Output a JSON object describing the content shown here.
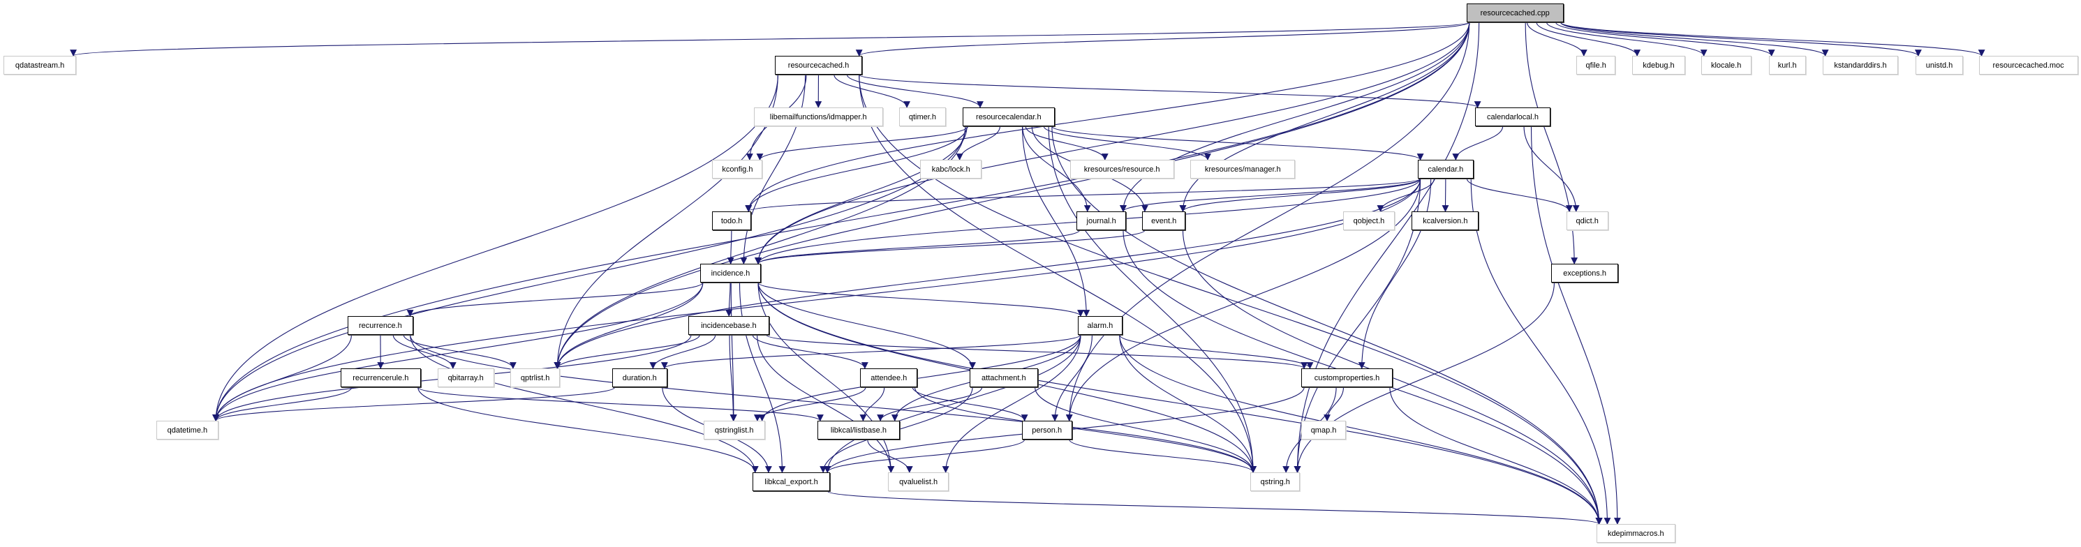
{
  "diagram": {
    "title": "resourcecached.cpp include dependency graph",
    "edge_color": "#191970",
    "root_fill": "#bfbfbf",
    "nodes": [
      {
        "id": "resourcecached_cpp",
        "label": "resourcecached.cpp",
        "kind": "root"
      },
      {
        "id": "qdatastream",
        "label": "qdatastream.h",
        "kind": "external"
      },
      {
        "id": "resourcecached_h",
        "label": "resourcecached.h",
        "kind": "internal"
      },
      {
        "id": "qfile",
        "label": "qfile.h",
        "kind": "external"
      },
      {
        "id": "kdebug",
        "label": "kdebug.h",
        "kind": "external"
      },
      {
        "id": "klocale",
        "label": "klocale.h",
        "kind": "external"
      },
      {
        "id": "kurl",
        "label": "kurl.h",
        "kind": "external"
      },
      {
        "id": "kstandarddirs",
        "label": "kstandarddirs.h",
        "kind": "external"
      },
      {
        "id": "unistd",
        "label": "unistd.h",
        "kind": "external"
      },
      {
        "id": "resourcecached_moc",
        "label": "resourcecached.moc",
        "kind": "external"
      },
      {
        "id": "idmapper",
        "label": "libemailfunctions/idmapper.h",
        "kind": "external"
      },
      {
        "id": "qtimer",
        "label": "qtimer.h",
        "kind": "external"
      },
      {
        "id": "resourcecalendar",
        "label": "resourcecalendar.h",
        "kind": "internal"
      },
      {
        "id": "calendarlocal",
        "label": "calendarlocal.h",
        "kind": "internal"
      },
      {
        "id": "kconfig",
        "label": "kconfig.h",
        "kind": "external"
      },
      {
        "id": "kabclock",
        "label": "kabc/lock.h",
        "kind": "external"
      },
      {
        "id": "kresresource",
        "label": "kresources/resource.h",
        "kind": "external"
      },
      {
        "id": "kresmanager",
        "label": "kresources/manager.h",
        "kind": "external"
      },
      {
        "id": "calendar",
        "label": "calendar.h",
        "kind": "internal"
      },
      {
        "id": "todo",
        "label": "todo.h",
        "kind": "internal"
      },
      {
        "id": "journal",
        "label": "journal.h",
        "kind": "internal"
      },
      {
        "id": "event",
        "label": "event.h",
        "kind": "internal"
      },
      {
        "id": "qobject",
        "label": "qobject.h",
        "kind": "external"
      },
      {
        "id": "kcalversion",
        "label": "kcalversion.h",
        "kind": "internal"
      },
      {
        "id": "qdict",
        "label": "qdict.h",
        "kind": "external"
      },
      {
        "id": "incidence",
        "label": "incidence.h",
        "kind": "internal"
      },
      {
        "id": "exceptions",
        "label": "exceptions.h",
        "kind": "internal"
      },
      {
        "id": "recurrence",
        "label": "recurrence.h",
        "kind": "internal"
      },
      {
        "id": "incidencebase",
        "label": "incidencebase.h",
        "kind": "internal"
      },
      {
        "id": "alarm",
        "label": "alarm.h",
        "kind": "internal"
      },
      {
        "id": "recurrencerule",
        "label": "recurrencerule.h",
        "kind": "internal"
      },
      {
        "id": "qbitarray",
        "label": "qbitarray.h",
        "kind": "external"
      },
      {
        "id": "qptrlist",
        "label": "qptrlist.h",
        "kind": "external"
      },
      {
        "id": "duration",
        "label": "duration.h",
        "kind": "internal"
      },
      {
        "id": "attendee",
        "label": "attendee.h",
        "kind": "internal"
      },
      {
        "id": "attachment",
        "label": "attachment.h",
        "kind": "internal"
      },
      {
        "id": "customproperties",
        "label": "customproperties.h",
        "kind": "internal"
      },
      {
        "id": "qdatetime",
        "label": "qdatetime.h",
        "kind": "external"
      },
      {
        "id": "qstringlist",
        "label": "qstringlist.h",
        "kind": "external"
      },
      {
        "id": "listbase",
        "label": "libkcal/listbase.h",
        "kind": "internal"
      },
      {
        "id": "person",
        "label": "person.h",
        "kind": "internal"
      },
      {
        "id": "qmap",
        "label": "qmap.h",
        "kind": "external"
      },
      {
        "id": "libkcal_export",
        "label": "libkcal_export.h",
        "kind": "internal"
      },
      {
        "id": "qvaluelist",
        "label": "qvaluelist.h",
        "kind": "external"
      },
      {
        "id": "qstring",
        "label": "qstring.h",
        "kind": "external"
      },
      {
        "id": "kdepimmacros",
        "label": "kdepimmacros.h",
        "kind": "external"
      }
    ],
    "edges": [
      [
        "resourcecached_cpp",
        "qdatastream"
      ],
      [
        "resourcecached_cpp",
        "resourcecached_h"
      ],
      [
        "resourcecached_cpp",
        "qfile"
      ],
      [
        "resourcecached_cpp",
        "kdebug"
      ],
      [
        "resourcecached_cpp",
        "klocale"
      ],
      [
        "resourcecached_cpp",
        "kurl"
      ],
      [
        "resourcecached_cpp",
        "kstandarddirs"
      ],
      [
        "resourcecached_cpp",
        "unistd"
      ],
      [
        "resourcecached_cpp",
        "resourcecached_moc"
      ],
      [
        "resourcecached_cpp",
        "todo"
      ],
      [
        "resourcecached_cpp",
        "event"
      ],
      [
        "resourcecached_cpp",
        "journal"
      ],
      [
        "resourcecached_cpp",
        "incidence"
      ],
      [
        "resourcecached_cpp",
        "exceptions"
      ],
      [
        "resourcecached_cpp",
        "qptrlist"
      ],
      [
        "resourcecached_cpp",
        "qdatetime"
      ],
      [
        "resourcecached_cpp",
        "qstring"
      ],
      [
        "resourcecached_cpp",
        "person"
      ],
      [
        "resourcecached_h",
        "idmapper"
      ],
      [
        "resourcecached_h",
        "qtimer"
      ],
      [
        "resourcecached_h",
        "resourcecalendar"
      ],
      [
        "resourcecached_h",
        "calendarlocal"
      ],
      [
        "resourcecached_h",
        "kconfig"
      ],
      [
        "resourcecached_h",
        "incidence"
      ],
      [
        "resourcecached_h",
        "qptrlist"
      ],
      [
        "resourcecached_h",
        "qdatetime"
      ],
      [
        "resourcecached_h",
        "kdepimmacros"
      ],
      [
        "resourcecached_h",
        "qstring"
      ],
      [
        "resourcecalendar",
        "kconfig"
      ],
      [
        "resourcecalendar",
        "kabclock"
      ],
      [
        "resourcecalendar",
        "kresresource"
      ],
      [
        "resourcecalendar",
        "kresmanager"
      ],
      [
        "resourcecalendar",
        "calendar"
      ],
      [
        "resourcecalendar",
        "todo"
      ],
      [
        "resourcecalendar",
        "journal"
      ],
      [
        "resourcecalendar",
        "event"
      ],
      [
        "resourcecalendar",
        "alarm"
      ],
      [
        "resourcecalendar",
        "incidence"
      ],
      [
        "resourcecalendar",
        "qptrlist"
      ],
      [
        "resourcecalendar",
        "qdatetime"
      ],
      [
        "resourcecalendar",
        "qstring"
      ],
      [
        "resourcecalendar",
        "kdepimmacros"
      ],
      [
        "calendarlocal",
        "calendar"
      ],
      [
        "calendarlocal",
        "qdict"
      ],
      [
        "calendarlocal",
        "kdepimmacros"
      ],
      [
        "calendar",
        "qobject"
      ],
      [
        "calendar",
        "kcalversion"
      ],
      [
        "calendar",
        "qdict"
      ],
      [
        "calendar",
        "todo"
      ],
      [
        "calendar",
        "journal"
      ],
      [
        "calendar",
        "event"
      ],
      [
        "calendar",
        "incidence"
      ],
      [
        "calendar",
        "customproperties"
      ],
      [
        "calendar",
        "person"
      ],
      [
        "calendar",
        "qptrlist"
      ],
      [
        "calendar",
        "qdatetime"
      ],
      [
        "calendar",
        "qstring"
      ],
      [
        "calendar",
        "kdepimmacros"
      ],
      [
        "todo",
        "incidence"
      ],
      [
        "journal",
        "incidence"
      ],
      [
        "journal",
        "kdepimmacros"
      ],
      [
        "event",
        "incidence"
      ],
      [
        "event",
        "kdepimmacros"
      ],
      [
        "exceptions",
        "qstring"
      ],
      [
        "incidence",
        "recurrence"
      ],
      [
        "incidence",
        "incidencebase"
      ],
      [
        "incidence",
        "alarm"
      ],
      [
        "incidence",
        "attachment"
      ],
      [
        "incidence",
        "qdatetime"
      ],
      [
        "incidence",
        "qstringlist"
      ],
      [
        "incidence",
        "qvaluelist"
      ],
      [
        "incidence",
        "libkcal_export"
      ],
      [
        "incidence",
        "kdepimmacros"
      ],
      [
        "incidence",
        "qptrlist"
      ],
      [
        "incidence",
        "qstring"
      ],
      [
        "recurrence",
        "recurrencerule"
      ],
      [
        "recurrence",
        "qbitarray"
      ],
      [
        "recurrence",
        "qptrlist"
      ],
      [
        "recurrence",
        "qdatetime"
      ],
      [
        "recurrence",
        "libkcal_export"
      ],
      [
        "recurrence",
        "qstring"
      ],
      [
        "incidencebase",
        "customproperties"
      ],
      [
        "incidencebase",
        "attendee"
      ],
      [
        "incidencebase",
        "qstringlist"
      ],
      [
        "incidencebase",
        "qptrlist"
      ],
      [
        "incidencebase",
        "qdatetime"
      ],
      [
        "incidencebase",
        "qvaluelist"
      ],
      [
        "incidencebase",
        "duration"
      ],
      [
        "alarm",
        "customproperties"
      ],
      [
        "alarm",
        "duration"
      ],
      [
        "alarm",
        "person"
      ],
      [
        "alarm",
        "qstringlist"
      ],
      [
        "alarm",
        "listbase"
      ],
      [
        "alarm",
        "libkcal_export"
      ],
      [
        "alarm",
        "qvaluelist"
      ],
      [
        "alarm",
        "qstring"
      ],
      [
        "alarm",
        "kdepimmacros"
      ],
      [
        "recurrencerule",
        "qdatetime"
      ],
      [
        "recurrencerule",
        "listbase"
      ],
      [
        "recurrencerule",
        "libkcal_export"
      ],
      [
        "duration",
        "qdatetime"
      ],
      [
        "duration",
        "libkcal_export"
      ],
      [
        "attendee",
        "qstringlist"
      ],
      [
        "attendee",
        "listbase"
      ],
      [
        "attendee",
        "person"
      ],
      [
        "attendee",
        "qstring"
      ],
      [
        "attachment",
        "listbase"
      ],
      [
        "attachment",
        "libkcal_export"
      ],
      [
        "attachment",
        "qstring"
      ],
      [
        "customproperties",
        "qmap"
      ],
      [
        "customproperties",
        "qstring"
      ],
      [
        "customproperties",
        "libkcal_export"
      ],
      [
        "customproperties",
        "kdepimmacros"
      ],
      [
        "listbase",
        "qvaluelist"
      ],
      [
        "person",
        "qstring"
      ],
      [
        "person",
        "libkcal_export"
      ],
      [
        "libkcal_export",
        "kdepimmacros"
      ]
    ]
  }
}
